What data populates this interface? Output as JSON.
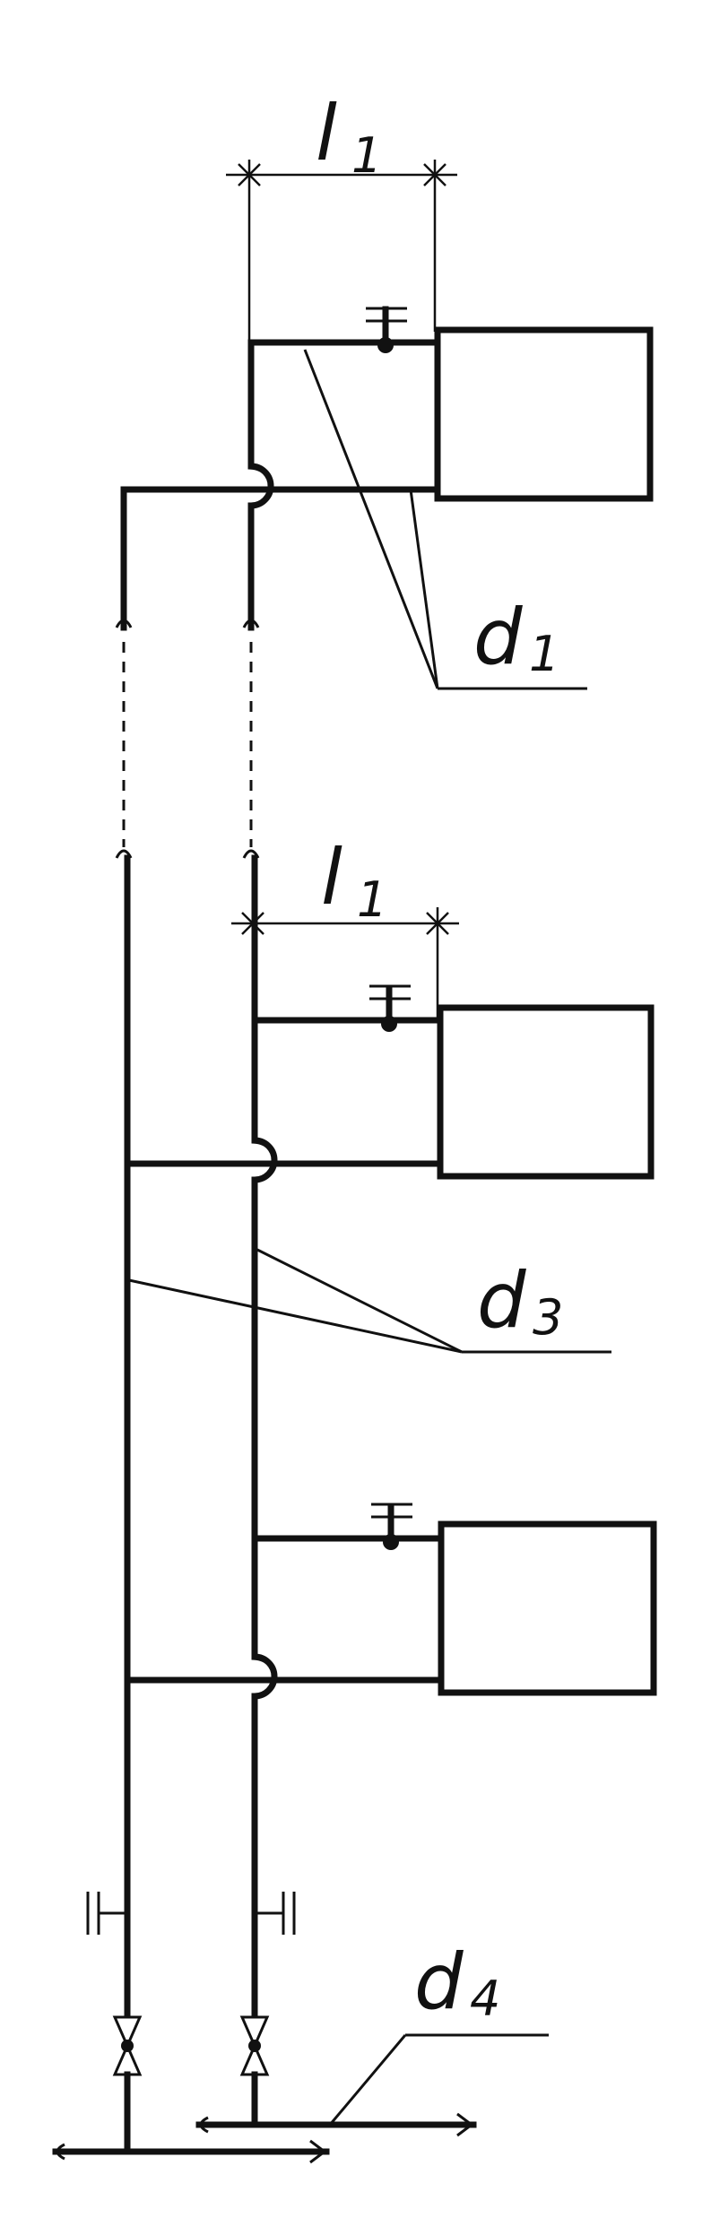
{
  "labels": {
    "l1_top": {
      "main": "l",
      "sub": "1"
    },
    "l1_mid": {
      "main": "l",
      "sub": "1"
    },
    "d1": {
      "main": "d",
      "sub": "1"
    },
    "d3": {
      "main": "d",
      "sub": "3"
    },
    "d4": {
      "main": "d",
      "sub": "4"
    }
  },
  "colors": {
    "line": "#111111",
    "background": "#ffffff"
  }
}
